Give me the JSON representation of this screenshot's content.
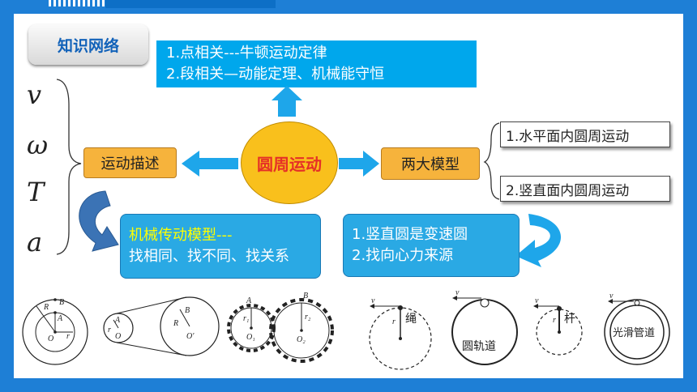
{
  "header": {
    "title": "知识网络"
  },
  "top_box": {
    "line1": "1.点相关---牛顿运动定律",
    "line2": "2.段相关—动能定理、机械能守恒"
  },
  "center": {
    "label": "圆周运动"
  },
  "left_box": {
    "label": "运动描述"
  },
  "right_box": {
    "label": "两大模型"
  },
  "models": {
    "item1": "1.水平面内圆周运动",
    "item2": "2.竖直面内圆周运动"
  },
  "variables": {
    "v": "v",
    "omega": "ω",
    "T": "T",
    "a": "a"
  },
  "mech_box": {
    "title": "机械传动模型---",
    "line2": "找相同、找不同、找关系"
  },
  "vert_box": {
    "line1": "1.竖直圆是变速圆",
    "line2": "2.找向心力来源"
  },
  "figures": {
    "disk_labels": [
      "R",
      "B",
      "A",
      "O",
      "r"
    ],
    "belt_labels": [
      "A",
      "r",
      "O",
      "B",
      "R",
      "O'"
    ],
    "gear_labels": [
      "A",
      "r₁",
      "O₁",
      "B",
      "r₂",
      "O₂"
    ],
    "rope": {
      "v": "v",
      "r": "r",
      "text": "绳"
    },
    "track": {
      "v": "v",
      "text": "圆轨道"
    },
    "rod": {
      "v": "v",
      "r": "r",
      "text": "杆"
    },
    "pipe": {
      "v": "v",
      "text": "光滑管道"
    }
  },
  "colors": {
    "frame": "#1e7fd6",
    "accent_blue": "#00a7ec",
    "orange": "#f6b33c",
    "yellow": "#f9c01c",
    "red_text": "#e53027"
  }
}
